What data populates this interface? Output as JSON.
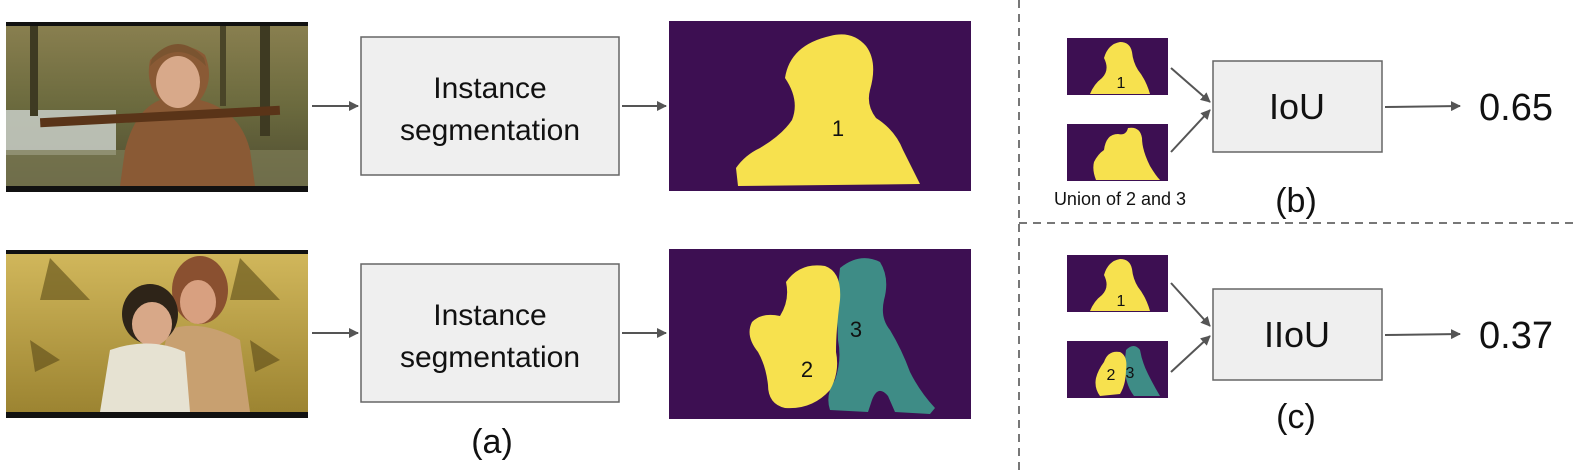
{
  "panel_a": {
    "row1": {
      "box_label_line1": "Instance",
      "box_label_line2": "segmentation",
      "mask_labels": [
        "1"
      ]
    },
    "row2": {
      "box_label_line1": "Instance",
      "box_label_line2": "segmentation",
      "mask_labels": [
        "2",
        "3"
      ]
    },
    "caption": "(a)"
  },
  "panel_b": {
    "top_thumb_label": "1",
    "union_caption": "Union of 2 and 3",
    "box_label": "IoU",
    "value": "0.65",
    "caption": "(b)"
  },
  "panel_c": {
    "top_thumb_label": "1",
    "bottom_thumb_labels": [
      "2",
      "3"
    ],
    "box_label": "IIoU",
    "value": "0.37",
    "caption": "(c)"
  },
  "colors": {
    "mask_background": "#3d0f52",
    "mask_yellow": "#f7e14e",
    "mask_teal": "#3e8c86",
    "box_fill": "#efefef",
    "box_stroke": "#666666",
    "arrow": "#555555"
  }
}
